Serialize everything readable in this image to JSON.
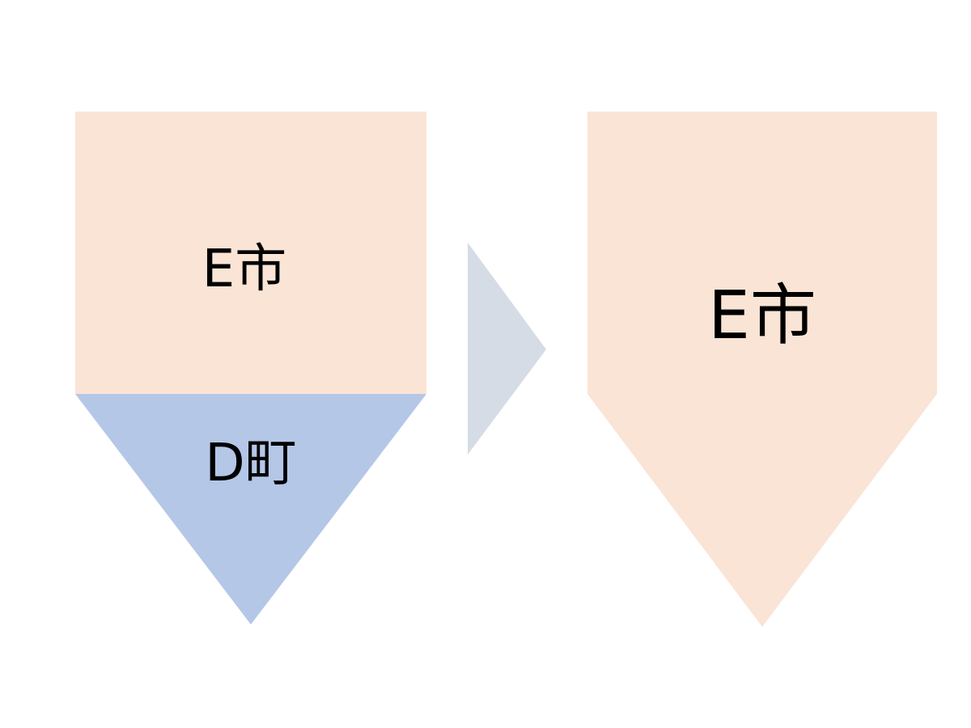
{
  "before": {
    "upper_region_label": "E市",
    "lower_region_label": "D町"
  },
  "after": {
    "merged_region_label": "E市"
  },
  "colors": {
    "upper_region_fill": "#FAE4D6",
    "lower_region_fill": "#B4C7E7",
    "merged_region_fill": "#FAE4D6",
    "arrow_fill": "#D6DCE5",
    "label_text": "#000000",
    "background": "#FFFFFF"
  },
  "icons": {
    "transition_arrow": "chevron-right-icon"
  }
}
